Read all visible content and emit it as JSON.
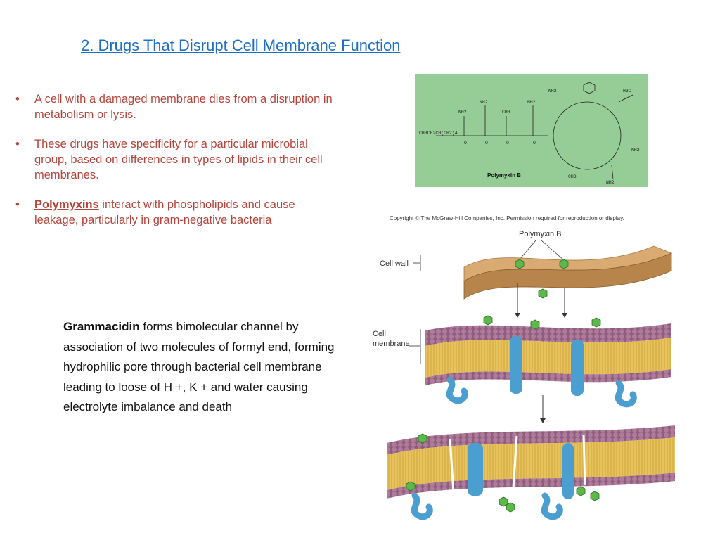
{
  "slide": {
    "title": "2. Drugs That Disrupt Cell Membrane Function",
    "bullets": [
      {
        "term": "",
        "text": "A cell with a damaged membrane dies from a disruption in metabolism or lysis."
      },
      {
        "term": "",
        "text": "These drugs have specificity for a particular microbial group, based on differences in types of lipids in their cell membranes."
      },
      {
        "term": "Polymyxins",
        "text": " interact with phospholipids and cause leakage, particularly in gram-negative bacteria"
      }
    ],
    "bullet_glyph": "•",
    "gramicidin": {
      "term": "Grammacidin",
      "text": " forms bimolecular channel by association of two molecules of formyl end, forming hydrophilic pore through bacterial cell membrane  leading to loose of H +, K + and water causing electrolyte imbalance and  death"
    }
  },
  "figure": {
    "structure_label": "Polymyxin B",
    "copyright": "Copyright © The McGraw-Hill Companies, Inc. Permission required for reproduction or display.",
    "diagram_title": "Polymyxin B",
    "cell_wall_label": "Cell wall",
    "cell_membrane_label_line1": "Cell",
    "cell_membrane_label_line2": "membrane"
  },
  "colors": {
    "title": "#1f6fc2",
    "bullet_text": "#b5443a",
    "structure_bg": "#96cd96",
    "cell_wall": "#c8955b",
    "lipid_head": "#b07a9a",
    "lipid_tail": "#e8c25a",
    "protein": "#4a9fd0",
    "polymyxin_marker": "#5cb84a"
  }
}
